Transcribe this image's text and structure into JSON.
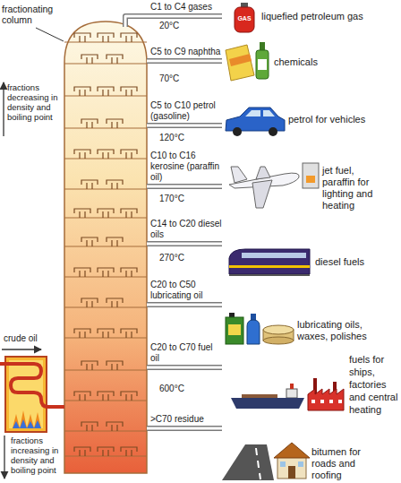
{
  "diagram": {
    "labels": [
      "fractionating column",
      "C1 to C4 gases",
      "GAS",
      "liquefied petroleum gas",
      "20°C",
      "C5 to C9 naphtha",
      "chemicals",
      "70°C",
      "C5 to C10 petrol (gasoline)",
      "petrol for vehicles",
      "120°C",
      "C10 to C16 kerosine (paraffin oil)",
      "jet fuel, paraffin for lighting and heating",
      "170°C",
      "C14 to C20 diesel oils",
      "diesel fuels",
      "270°C",
      "C20 to C50 lubricating oil",
      "lubricating oils, waxes, polishes",
      "C20 to C70 fuel oil",
      "fuels for ships, factories and central heating",
      "600°C",
      ">C70 residue",
      "bitumen for roads and roofing",
      "fractions decreasing in density and boiling point",
      "crude oil",
      "fractions increasing in density and boiling point"
    ]
  }
}
